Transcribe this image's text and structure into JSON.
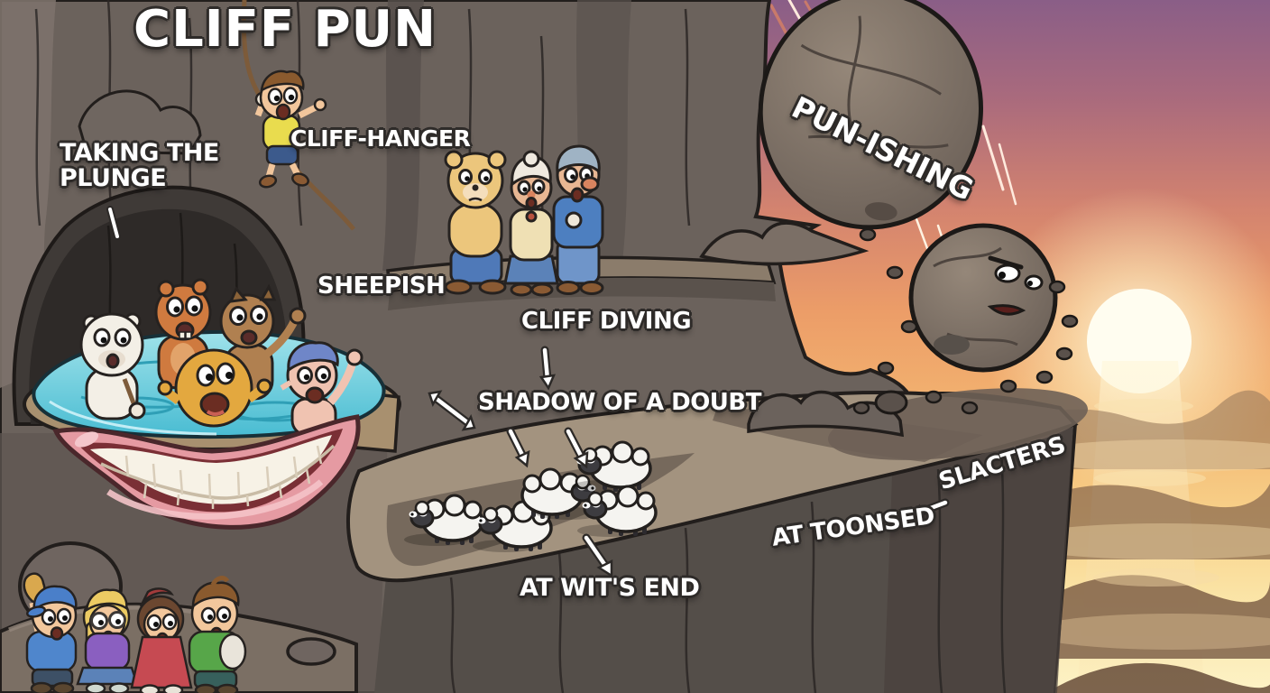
{
  "title": "CLIFF PUN",
  "labels": {
    "taking_the_plunge_line1": "TAKING THE",
    "taking_the_plunge_line2": "PLUNGE",
    "cliff_hanger": "CLIFF-HANGER",
    "sheepish": "SHEEPISH",
    "cliff_diving": "CLIFF DIVING",
    "shadow_of_a_doubt": "SHADOW OF A DOUBT",
    "pun_ishing": "PUN-ISHING",
    "slacters": "SLACTERS",
    "at_toonsed": "AT TOONSED",
    "at_wits_end": "AT WIT'S END"
  },
  "colors": {
    "sky_top": "#8a5e87",
    "sky_mid": "#ec9d68",
    "sky_horizon": "#fdf2c6",
    "sun": "#fffdf0",
    "rock_dark": "#55504b",
    "rock_mid": "#6b625c",
    "ledge_light": "#a3937f",
    "cave": "#2e2a28",
    "water": "#49bcd2",
    "lips": "#e59aa2",
    "teeth": "#f7f2e6",
    "sheep_body": "#f5f4f0",
    "sheep_face": "#3d3c40",
    "label_text": "#ffffff",
    "label_outline": "#2e2b29"
  }
}
